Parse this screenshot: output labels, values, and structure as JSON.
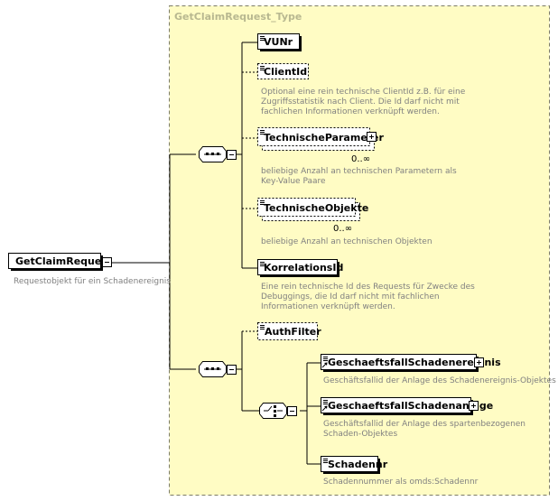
{
  "diagram": {
    "type_name": "GetClaimRequest_Type",
    "root": {
      "label": "GetClaimRequest",
      "description": "Requestobjekt für ein Schadenereignis"
    },
    "elements": {
      "vunr": {
        "label": "VUNr"
      },
      "clientid": {
        "label": "ClientId",
        "description": [
          "Optional eine rein technische ClientId z.B. für eine",
          "Zugriffsstatistik nach Client. Die Id darf nicht mit",
          "fachlichen Informationen verknüpft werden."
        ]
      },
      "technischeparameter": {
        "label": "TechnischeParameter",
        "occurrence": "0..∞",
        "description": [
          "beliebige Anzahl an technischen Parametern als",
          "Key-Value Paare"
        ]
      },
      "technischeobjekte": {
        "label": "TechnischeObjekte",
        "occurrence": "0..∞",
        "description": [
          "beliebige Anzahl an technischen Objekten"
        ]
      },
      "korrelationsid": {
        "label": "KorrelationsId",
        "description": [
          "Eine rein technische Id des Requests für Zwecke des",
          "Debuggings, die Id darf nicht mit fachlichen",
          "Informationen verknüpft werden."
        ]
      },
      "authfilter": {
        "label": "AuthFilter"
      },
      "gfschadenereignis": {
        "label": "GeschaeftsfallSchadenereignis",
        "description": [
          "Geschäftsfallid der Anlage des Schadenereignis-Objektes"
        ]
      },
      "gfschadenanlage": {
        "label": "GeschaeftsfallSchadenanlage",
        "description": [
          "Geschäftsfallid der Anlage des spartenbezogenen",
          "Schaden-Objektes"
        ]
      },
      "schadennr": {
        "label": "Schadennr",
        "description": [
          "Schadennummer als omds:Schadennr"
        ]
      }
    }
  }
}
